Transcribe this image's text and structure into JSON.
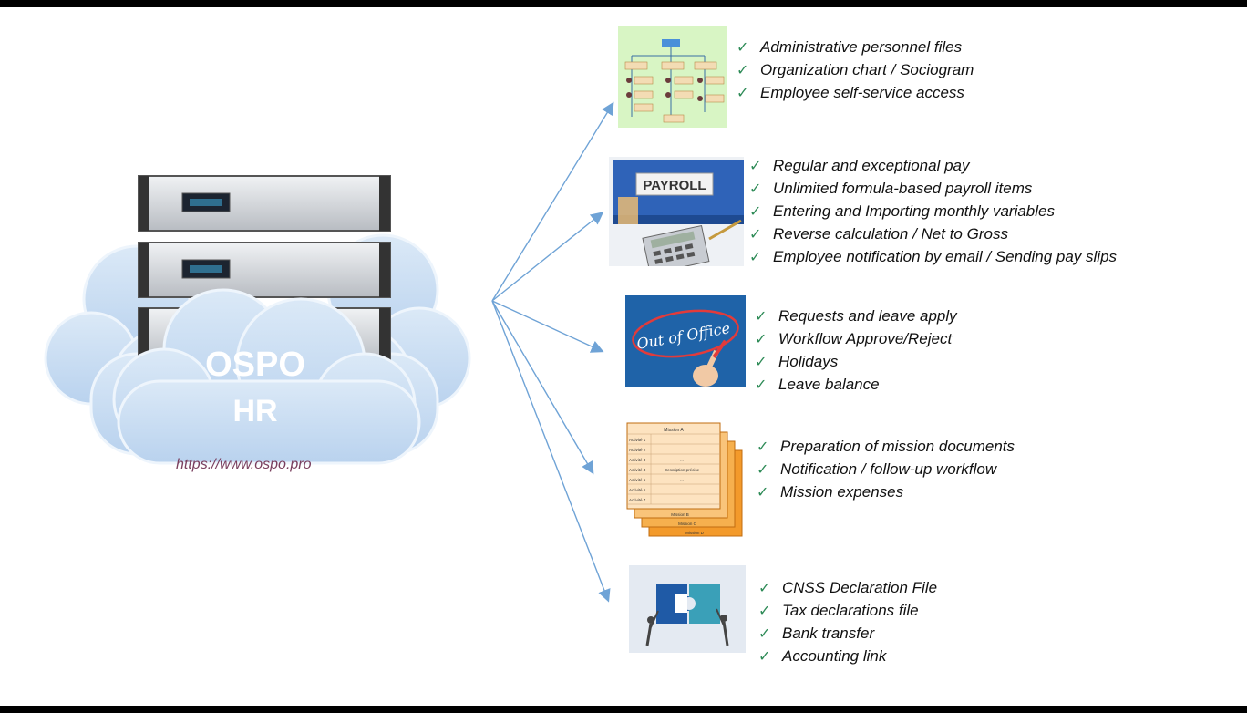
{
  "hub": {
    "title": "OSPO",
    "subtitle": "HR",
    "url": "https://www.ospo.pro"
  },
  "colors": {
    "arrow": "#6fa3d6",
    "check": "#2e8b57",
    "cloud": "#c9ddf2"
  },
  "modules": [
    {
      "icon": "org-chart-icon",
      "items": [
        "Administrative personnel files",
        "Organization chart / Sociogram",
        "Employee self-service access"
      ]
    },
    {
      "icon": "payroll-binder-icon",
      "badge": "PAYROLL",
      "items": [
        "Regular and exceptional pay",
        "Unlimited formula-based payroll items",
        "Entering and Importing monthly variables",
        "Reverse calculation / Net to Gross",
        "Employee notification by email / Sending pay slips"
      ]
    },
    {
      "icon": "out-of-office-icon",
      "badge": "Out of Office",
      "items": [
        "Requests and leave apply",
        "Workflow Approve/Reject",
        "Holidays",
        "Leave balance"
      ]
    },
    {
      "icon": "mission-sheets-icon",
      "sheet_title": "Mission A",
      "sheet_rows": [
        "Activité 1",
        "Activité 2",
        "Activité 3",
        "Activité 4",
        "Activité 5",
        "Activité 6",
        "Activité 7"
      ],
      "sheet_mid": "Description précise",
      "sheet_ellipsis": "...",
      "sheet_back": [
        "Mission B",
        "Mission C",
        "Mission D"
      ],
      "items": [
        "Preparation of mission documents",
        "Notification / follow-up workflow",
        "Mission expenses"
      ]
    },
    {
      "icon": "puzzle-integration-icon",
      "items": [
        "CNSS Declaration File",
        "Tax declarations file",
        "Bank transfer",
        "Accounting link"
      ]
    }
  ]
}
